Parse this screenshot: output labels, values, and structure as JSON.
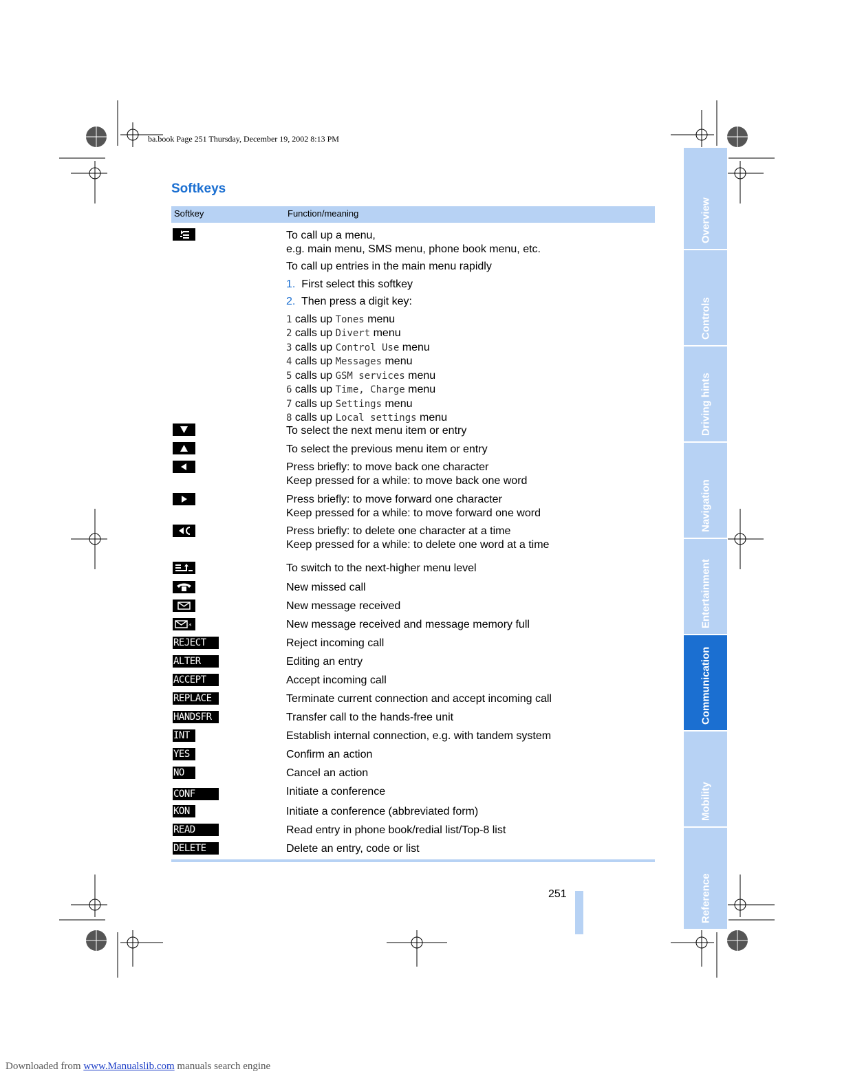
{
  "header_line": "ba.book  Page 251  Thursday, December 19, 2002  8:13 PM",
  "section_title": "Softkeys",
  "table": {
    "col_softkey": "Softkey",
    "col_function": "Function/meaning"
  },
  "rows": {
    "menu": {
      "line1": "To call up a menu,",
      "line2": "e.g. main menu, SMS menu, phone book menu, etc.",
      "line3": "To call up entries in the main menu rapidly",
      "step1_num": "1.",
      "step1": "First select this softkey",
      "step2_num": "2.",
      "step2": "Then press a digit key:",
      "entries": [
        {
          "digit": "1",
          "pre": " calls up ",
          "name": "Tones",
          "post": " menu"
        },
        {
          "digit": "2",
          "pre": " calls up ",
          "name": "Divert",
          "post": " menu"
        },
        {
          "digit": "3",
          "pre": " calls up ",
          "name": "Control Use",
          "post": " menu"
        },
        {
          "digit": "4",
          "pre": " calls up ",
          "name": "Messages",
          "post": " menu"
        },
        {
          "digit": "5",
          "pre": " calls up ",
          "name": "GSM services",
          "post": " menu"
        },
        {
          "digit": "6",
          "pre": " calls up ",
          "name": "Time, Charge",
          "post": " menu"
        },
        {
          "digit": "7",
          "pre": " calls up ",
          "name": "Settings",
          "post": " menu"
        },
        {
          "digit": "8",
          "pre": " calls up ",
          "name": "Local settings",
          "post": " menu"
        }
      ]
    },
    "down": "To select the next menu item or entry",
    "up": "To select the previous menu item or entry",
    "left_1": "Press briefly: to move back one character",
    "left_2": "Keep pressed for a while: to move back one word",
    "right_1": "Press briefly: to move forward one character",
    "right_2": "Keep pressed for a while: to move forward one word",
    "delete_char_1": "Press briefly: to delete one character at a time",
    "delete_char_2": "Keep pressed for a while: to delete one word at a time",
    "higher": "To switch to the next-higher menu level",
    "missed": "New missed call",
    "message": "New message received",
    "message_full": "New message received and message memory full",
    "reject": "Reject incoming call",
    "alter": "Editing an entry",
    "accept": "Accept incoming call",
    "replace": "Terminate current connection and accept incoming call",
    "handsfr": "Transfer call to the hands-free unit",
    "int": "Establish internal connection, e.g. with tandem system",
    "yes": "Confirm an action",
    "no": "Cancel an action",
    "conf": "Initiate a conference",
    "kon": "Initiate a conference (abbreviated form)",
    "read": "Read entry in phone book/redial list/Top-8 list",
    "delete": "Delete an entry, code or list"
  },
  "keys": {
    "reject": "REJECT",
    "alter": "ALTER",
    "accept": "ACCEPT",
    "replace": "REPLACE",
    "handsfr": "HANDSFR",
    "int": "INT",
    "yes": "YES",
    "no": "NO",
    "conf": "CONF",
    "kon": "KON",
    "read": "READ",
    "delete": "DELETE"
  },
  "icons": {
    "menu": "menu-list-icon",
    "down": "triangle-down-icon",
    "up": "triangle-up-icon",
    "left": "triangle-left-icon",
    "right": "triangle-right-icon",
    "backspace": "delete-char-icon",
    "higher": "menu-up-level-icon",
    "missed": "phone-handset-icon",
    "message": "envelope-icon",
    "message_full": "envelope-star-icon"
  },
  "side_tabs": [
    "Overview",
    "Controls",
    "Driving hints",
    "Navigation",
    "Entertainment",
    "Communication",
    "Mobility",
    "Reference"
  ],
  "active_tab": "Communication",
  "page_number": "251",
  "footer": {
    "prefix": "Downloaded from ",
    "link": "www.Manualslib.com",
    "suffix": " manuals search engine"
  },
  "colors": {
    "accent": "#1b6fd1",
    "tint": "#b7d2f4"
  }
}
